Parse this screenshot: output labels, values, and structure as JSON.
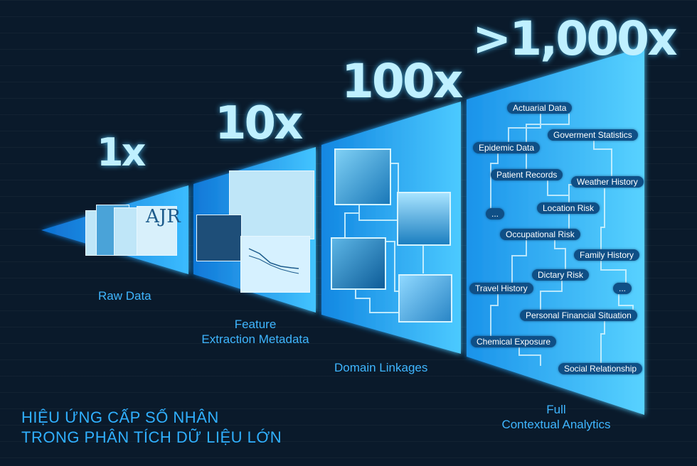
{
  "colors": {
    "background": "#0a1a2b",
    "funnel_light": "#44c8ff",
    "funnel_dark": "#0d6fd1",
    "label": "#3fb6ff",
    "chip": "#0f4f86",
    "multiplier": "#bff0ff"
  },
  "stages": [
    {
      "multiplier": "1x",
      "label_lines": [
        "Raw Data"
      ]
    },
    {
      "multiplier": "10x",
      "label_lines": [
        "Feature",
        "Extraction Metadata"
      ]
    },
    {
      "multiplier": "100x",
      "label_lines": [
        "Domain Linkages"
      ]
    },
    {
      "multiplier": ">1,000x",
      "label_lines": [
        "Full",
        "Contextual Analytics"
      ]
    }
  ],
  "data_sources": [
    "Actuarial Data",
    "Goverment Statistics",
    "Epidemic Data",
    "Patient Records",
    "Weather History",
    "...",
    "Location Risk",
    "Occupational Risk",
    "Family History",
    "Dictary Risk",
    "Travel History",
    "...",
    "Personal Financial Situation",
    "Chemical Exposure",
    "Social Relationship"
  ],
  "headline": [
    "HIỆU ỨNG CẤP SỐ NHÂN",
    "TRONG PHÂN TÍCH DỮ LIỆU LỚN"
  ]
}
